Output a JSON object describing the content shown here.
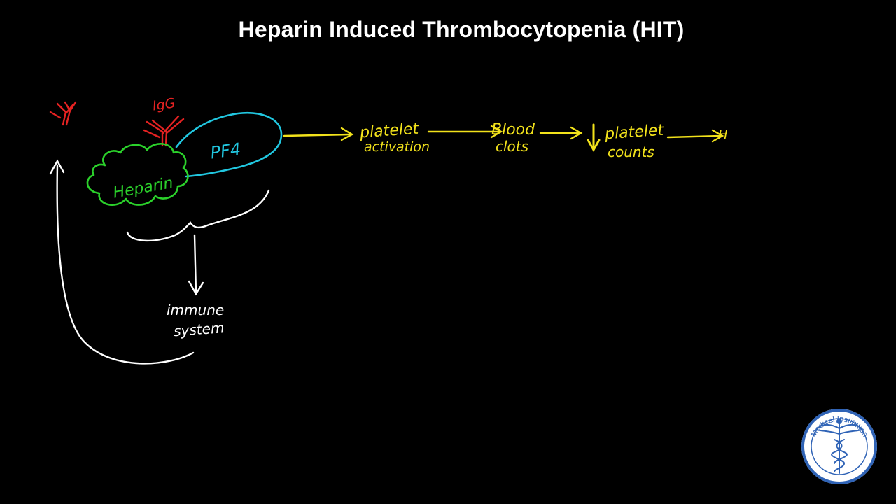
{
  "title": "Heparin Induced Thrombocytopenia (HIT)",
  "labels": {
    "igg": "IgG",
    "heparin": "Heparin",
    "pf4": "PF4",
    "immune_line1": "immune",
    "immune_line2": "system",
    "platelet_activation_line1": "platelet",
    "platelet_activation_line2": "activation",
    "blood_clots_line1": "Blood",
    "blood_clots_line2": "clots",
    "platelet_counts_line1": "platelet",
    "platelet_counts_line2": "counts",
    "trailing_mark": "H"
  },
  "logo": {
    "text": "Medical Institution"
  },
  "colors": {
    "background": "#000000",
    "title": "#ffffff",
    "antibody": "#e52222",
    "heparin": "#2bd12b",
    "pf4": "#21c7e0",
    "flow": "#f2e21b",
    "immune": "#ffffff",
    "logo_ring": "#2f63b6"
  }
}
